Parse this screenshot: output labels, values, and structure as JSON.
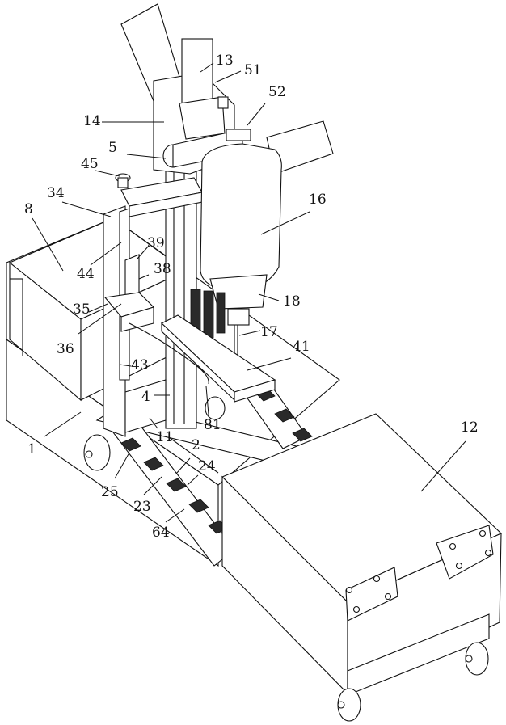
{
  "figure": {
    "type": "patent perspective drawing",
    "subject": "mobile drilling machine on wheeled cart",
    "labels": [
      {
        "id": "l1",
        "text": "1"
      },
      {
        "id": "l2",
        "text": "2"
      },
      {
        "id": "l4",
        "text": "4"
      },
      {
        "id": "l5",
        "text": "5"
      },
      {
        "id": "l8",
        "text": "8"
      },
      {
        "id": "l11",
        "text": "11"
      },
      {
        "id": "l12",
        "text": "12"
      },
      {
        "id": "l13",
        "text": "13"
      },
      {
        "id": "l14",
        "text": "14"
      },
      {
        "id": "l16",
        "text": "16"
      },
      {
        "id": "l17",
        "text": "17"
      },
      {
        "id": "l18",
        "text": "18"
      },
      {
        "id": "l23",
        "text": "23"
      },
      {
        "id": "l24",
        "text": "24"
      },
      {
        "id": "l25",
        "text": "25"
      },
      {
        "id": "l34",
        "text": "34"
      },
      {
        "id": "l35",
        "text": "35"
      },
      {
        "id": "l36",
        "text": "36"
      },
      {
        "id": "l38",
        "text": "38"
      },
      {
        "id": "l39",
        "text": "39"
      },
      {
        "id": "l41",
        "text": "41"
      },
      {
        "id": "l43",
        "text": "43"
      },
      {
        "id": "l44",
        "text": "44"
      },
      {
        "id": "l45",
        "text": "45"
      },
      {
        "id": "l51",
        "text": "51"
      },
      {
        "id": "l52",
        "text": "52"
      },
      {
        "id": "l64",
        "text": "64"
      },
      {
        "id": "l81",
        "text": "81"
      }
    ]
  }
}
